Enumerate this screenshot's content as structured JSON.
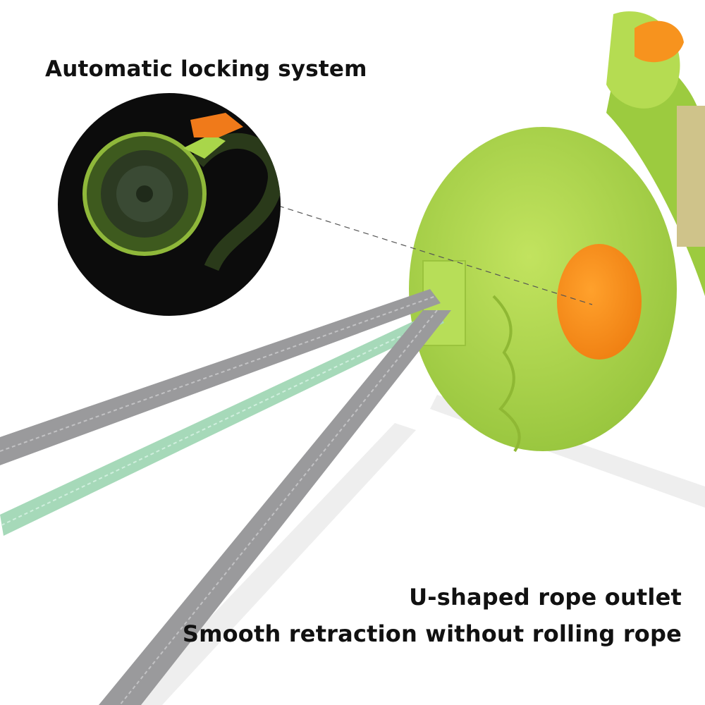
{
  "captions": {
    "top": "Automatic locking system",
    "bottom_line1": "U-shaped rope outlet",
    "bottom_line2": "Smooth retraction without rolling rope"
  },
  "colors": {
    "body_green": "#a9d64a",
    "button_orange": "#f7931e",
    "rope_gray": "#9a9a9c",
    "rope_mint": "#a6d9b9",
    "inset_bg": "#0c0c0c"
  }
}
